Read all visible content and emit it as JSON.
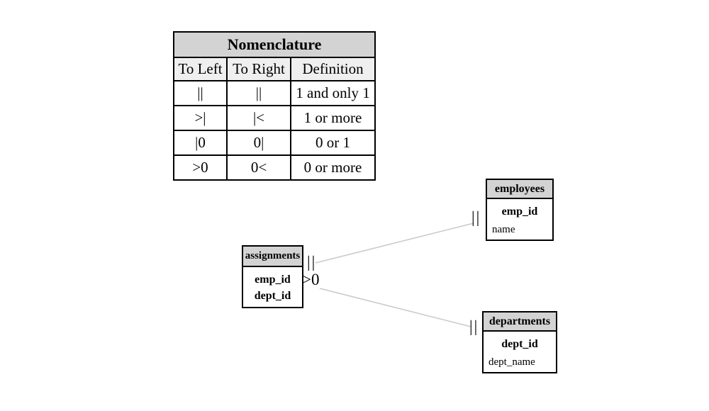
{
  "nomenclature": {
    "title": "Nomenclature",
    "columns": [
      "To Left",
      "To Right",
      "Definition"
    ],
    "rows": [
      [
        "||",
        "||",
        "1 and only 1"
      ],
      [
        ">|",
        "|<",
        "1 or more"
      ],
      [
        "|0",
        "0|",
        "0 or 1"
      ],
      [
        ">0",
        "0<",
        "0 or more"
      ]
    ]
  },
  "entities": [
    {
      "name": "employees",
      "pk_fields": [
        "emp_id"
      ],
      "fields": [
        "name"
      ]
    },
    {
      "name": "assignments",
      "pk_fields": [
        "emp_id",
        "dept_id"
      ],
      "fields": []
    },
    {
      "name": "departments",
      "pk_fields": [
        "dept_id"
      ],
      "fields": [
        "dept_name"
      ]
    }
  ],
  "relationships": [
    {
      "from": "assignments",
      "to": "employees",
      "from_marker": "||",
      "to_marker": "||"
    },
    {
      "from": "assignments",
      "to": "departments",
      "from_marker": ">0",
      "to_marker": "||"
    }
  ],
  "colors": {
    "line": "#c9c9c9",
    "header_bg": "#d3d3d3",
    "column_header_bg": "#efefef",
    "border": "#000000"
  }
}
